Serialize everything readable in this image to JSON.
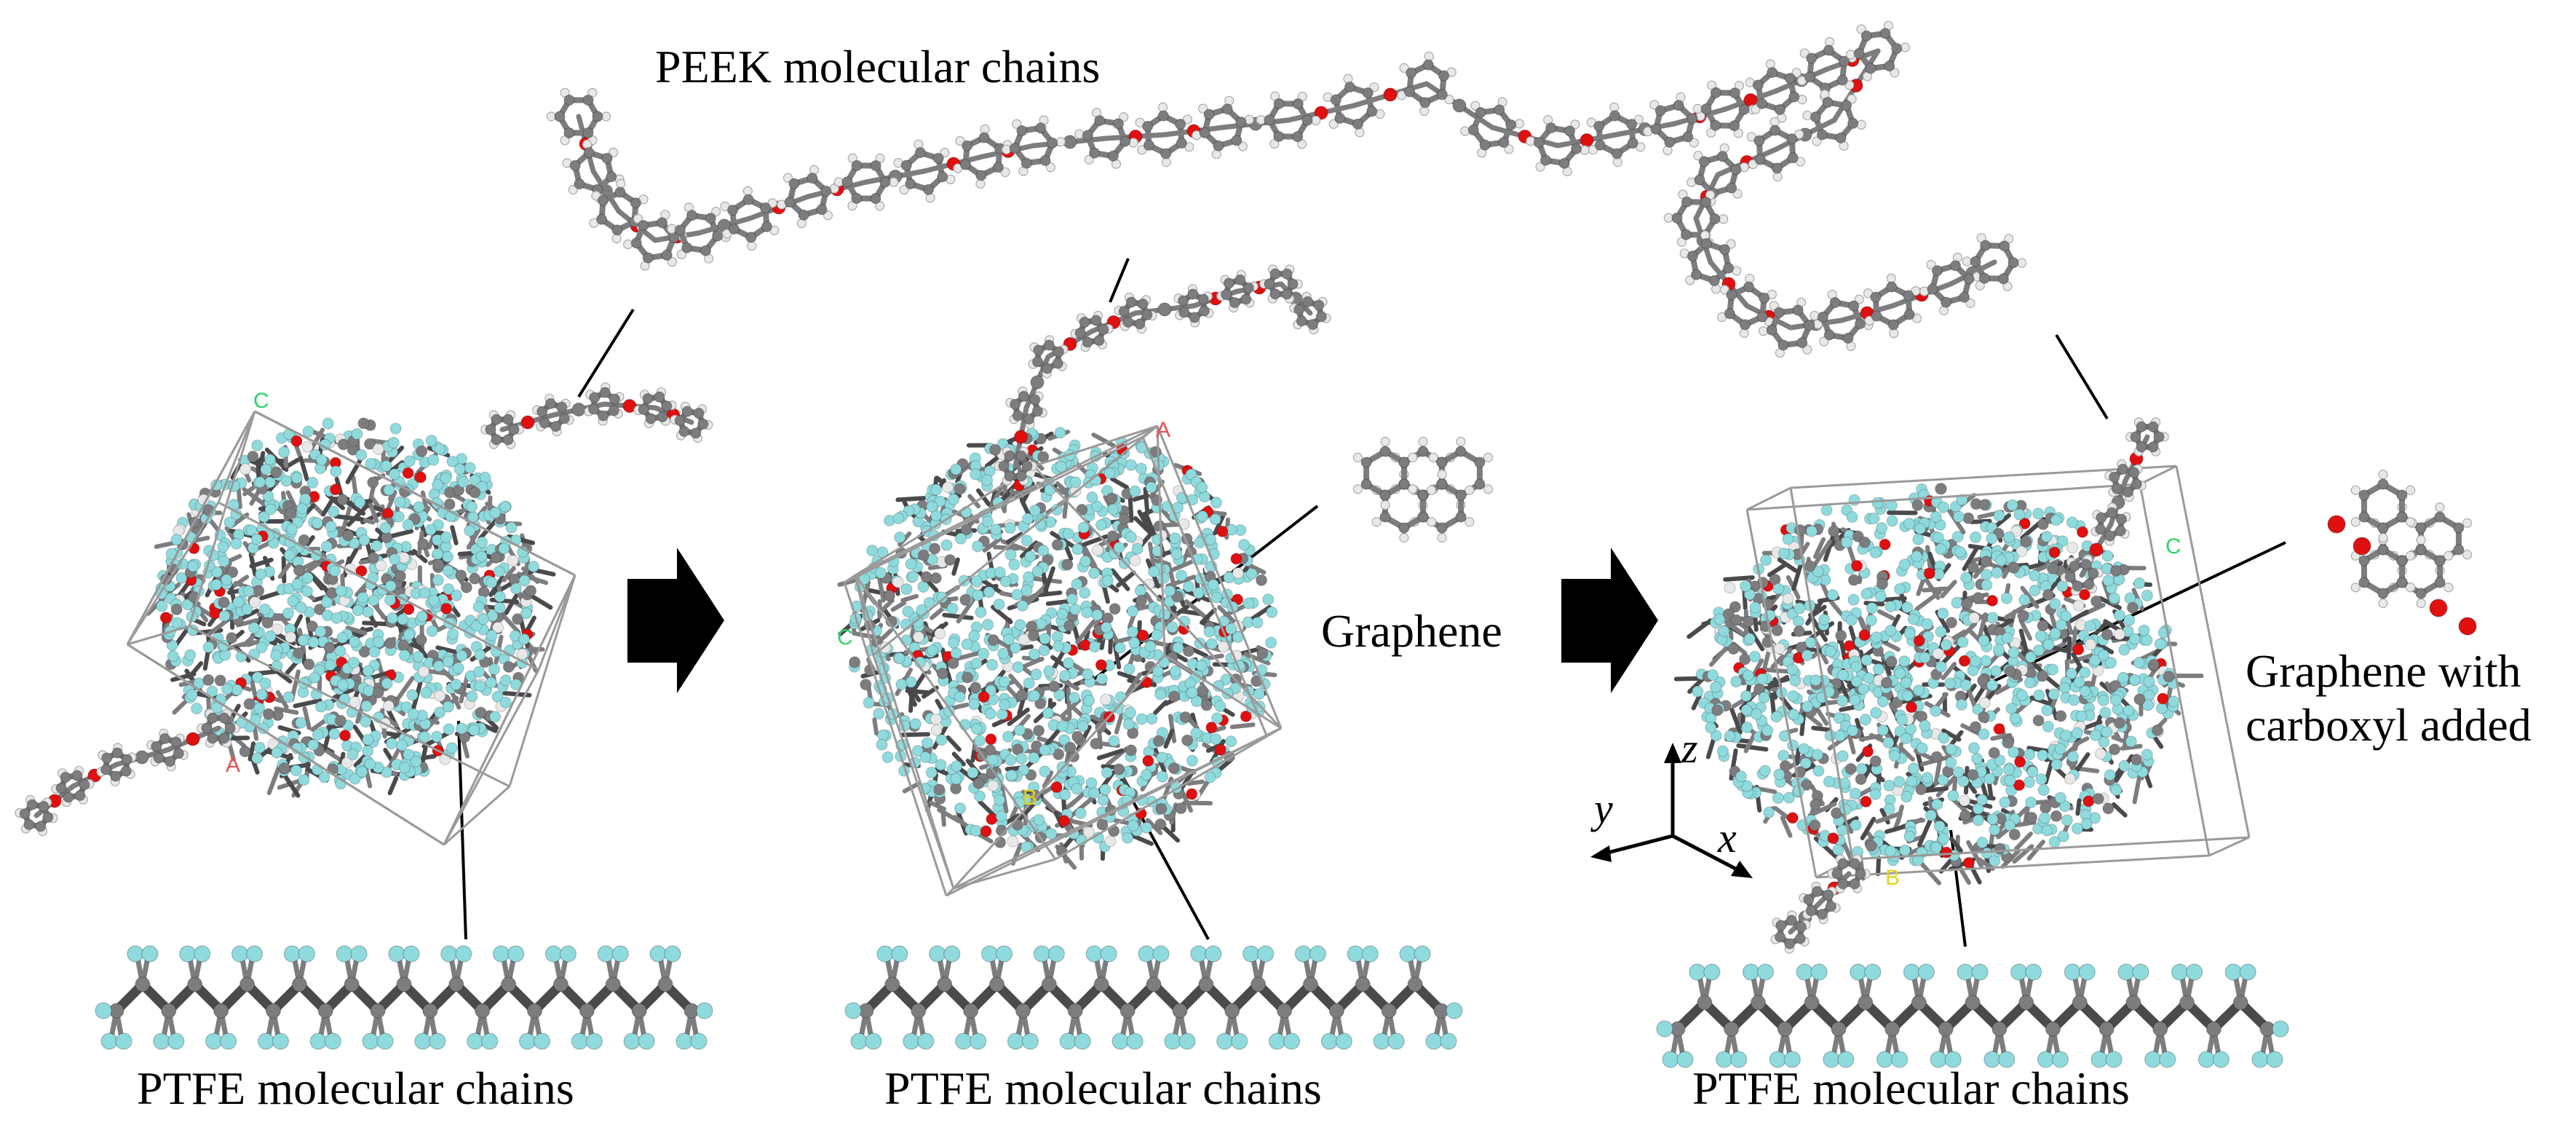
{
  "labels": {
    "peek_title": "PEEK molecular chains",
    "graphene": "Graphene",
    "graphene_carboxyl_line1": "Graphene with",
    "graphene_carboxyl_line2": "carboxyl added",
    "ptfe_caption_1": "PTFE molecular chains",
    "ptfe_caption_2": "PTFE molecular chains",
    "ptfe_caption_3": "PTFE molecular chains",
    "axis_x": "x",
    "axis_y": "y",
    "axis_z": "z"
  },
  "box_corner_labels": {
    "box1": [
      "C",
      "A"
    ],
    "box2": [
      "A",
      "C",
      "B"
    ],
    "box3": [
      "C",
      "B"
    ]
  },
  "colors": {
    "carbon": "#7d7d80",
    "carbon_dark": "#4a4a4d",
    "fluorine": "#8fdadd",
    "fluorine_dark": "#5fb8bc",
    "hydrogen": "#e8e8e8",
    "oxygen": "#e01010",
    "box_line": "#9a9a9a",
    "arrow": "#000000",
    "label_green": "#2fd36a",
    "label_red": "#e85050",
    "label_yellow": "#e6d21a"
  }
}
